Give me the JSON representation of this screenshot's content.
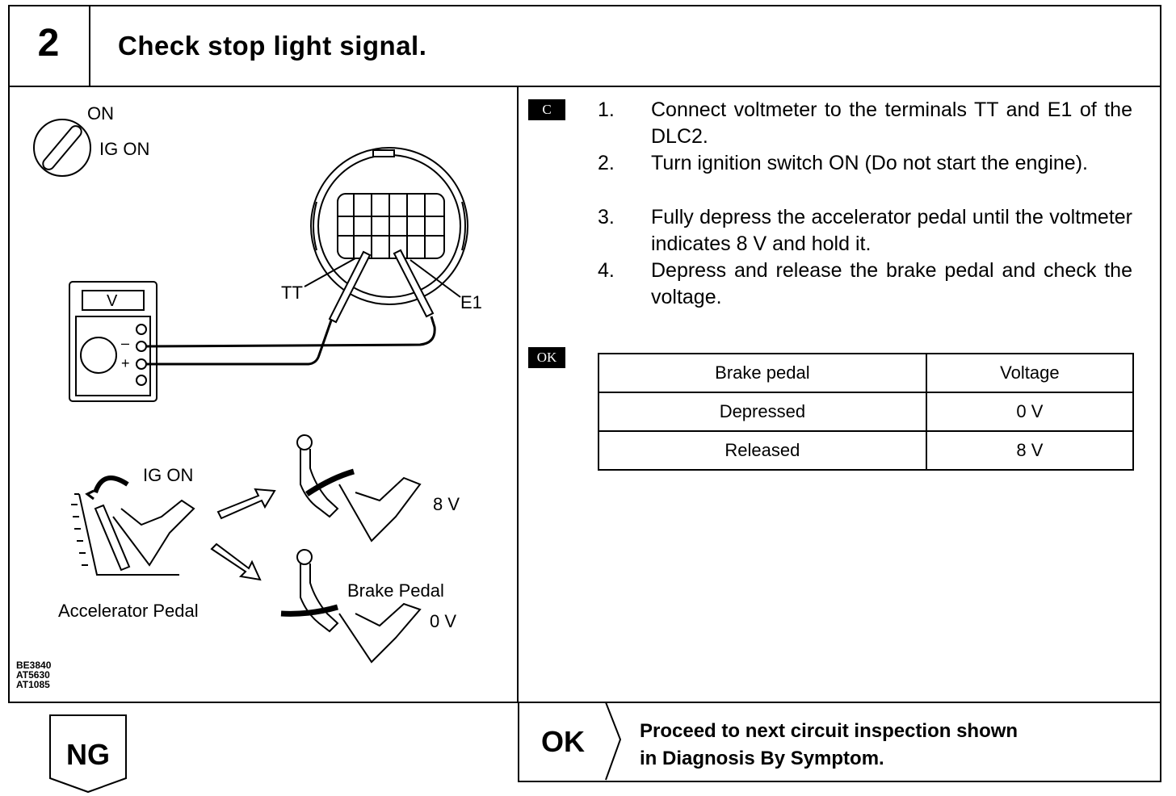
{
  "header": {
    "step_number": "2",
    "title": "Check stop light signal."
  },
  "illustration": {
    "switch_on": "ON",
    "switch_ig_on": "IG ON",
    "meter_unit": "V",
    "meter_minus": "–",
    "meter_plus": "+",
    "terminal_tt": "TT",
    "terminal_e1": "E1",
    "pedal_ig_on": "IG ON",
    "voltage_high": "8 V",
    "voltage_low": "0 V",
    "brake_pedal": "Brake Pedal",
    "accelerator_pedal": "Accelerator Pedal",
    "figure_codes": [
      "BE3840",
      "AT5630",
      "AT1085"
    ]
  },
  "procedure": {
    "tag": "C",
    "steps": [
      {
        "num": "1.",
        "text": "Connect voltmeter to the terminals TT and E1 of the DLC2."
      },
      {
        "num": "2.",
        "text": "Turn ignition switch ON (Do not start the engine)."
      },
      {
        "num": "3.",
        "text": "Fully depress the accelerator pedal until the voltmeter indicates 8 V and hold it."
      },
      {
        "num": "4.",
        "text": "Depress and release the brake pedal and check the voltage."
      }
    ]
  },
  "ok_spec": {
    "tag": "OK",
    "columns": [
      "Brake pedal",
      "Voltage"
    ],
    "rows": [
      [
        "Depressed",
        "0 V"
      ],
      [
        "Released",
        "8 V"
      ]
    ]
  },
  "results": {
    "ng_label": "NG",
    "ok_label": "OK",
    "ok_text_line1": "Proceed to next circuit inspection shown",
    "ok_text_line2": "in Diagnosis By Symptom."
  }
}
